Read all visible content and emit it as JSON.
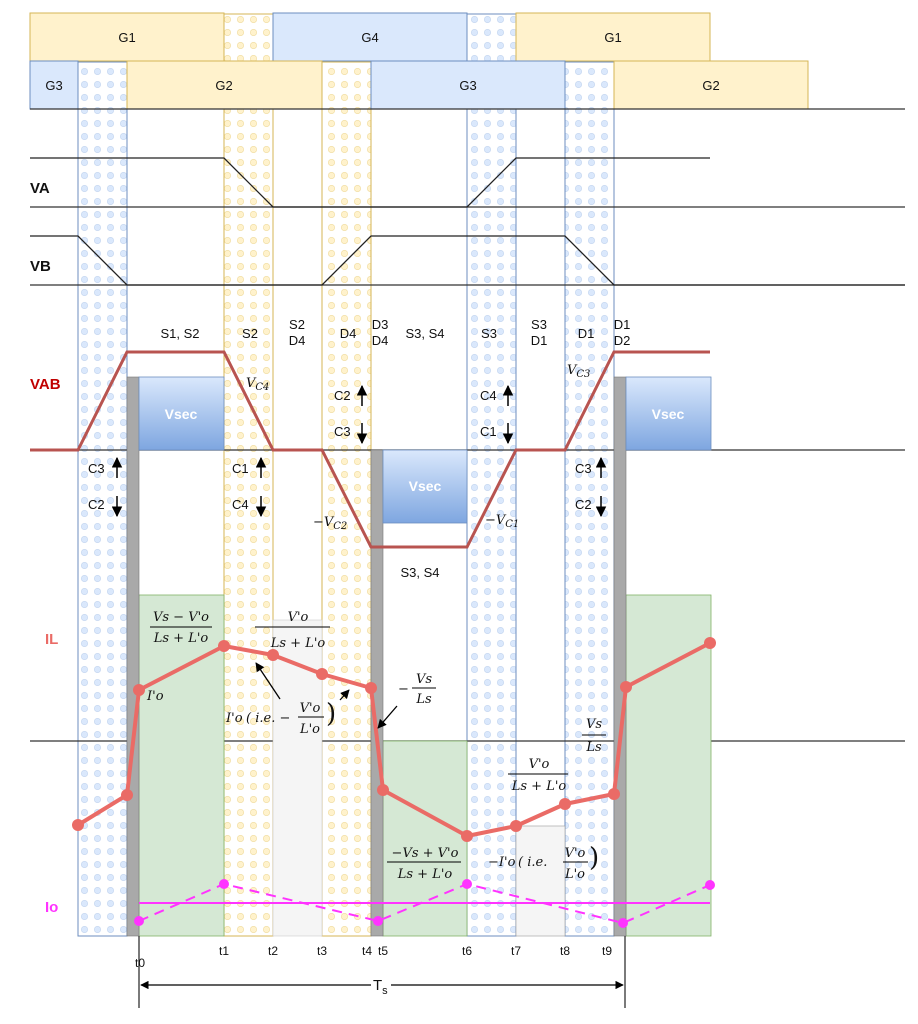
{
  "colors": {
    "gate_yellow_fill": "#fff2cc",
    "gate_yellow_stroke": "#d6b656",
    "gate_blue_fill": "#dae8fc",
    "gate_blue_stroke": "#6c8ebf",
    "vab_red": "#b85450",
    "il_red": "#ea6b66",
    "io_magenta": "#ff33ff",
    "green_fill": "#d5e8d4",
    "gray_bar": "#a9a9a9",
    "vsec_fill": "#7ea6e0"
  },
  "gate_row1": [
    {
      "label": "G1",
      "color": "yellow"
    },
    {
      "label": "G4",
      "color": "blue"
    },
    {
      "label": "G1",
      "color": "yellow"
    }
  ],
  "gate_row2": [
    {
      "label": "G3",
      "color": "blue"
    },
    {
      "label": "G2",
      "color": "yellow"
    },
    {
      "label": "G3",
      "color": "blue"
    },
    {
      "label": "G2",
      "color": "yellow"
    }
  ],
  "signals": {
    "va": "VA",
    "vb": "VB",
    "vab": "VAB",
    "il": "IL",
    "io": "Io"
  },
  "conduction_states": [
    {
      "text": "S1, S2"
    },
    {
      "text": "S2"
    },
    {
      "text": "S2\nD4"
    },
    {
      "text": "D4"
    },
    {
      "text": "D3\nD4"
    },
    {
      "text": "S3, S4"
    },
    {
      "text": "S3"
    },
    {
      "text": "S3\nD1"
    },
    {
      "text": "D1"
    },
    {
      "text": "D1\nD2"
    }
  ],
  "lower_state": "S3, S4",
  "vsec_label": "Vsec",
  "capacitor_labels": {
    "a_up": "C3",
    "a_down": "C2",
    "b_up": "C1",
    "b_down": "C4",
    "c_up": "C2",
    "c_down": "C3",
    "d_up": "C4",
    "d_down": "C1",
    "e_up": "C3",
    "e_down": "C2"
  },
  "voltage_labels": {
    "vc4": "V_C4",
    "vc2": "−V_C2",
    "vc1": "−V_C1",
    "vc3": "V_C3"
  },
  "slope_labels": {
    "s1_num": "Vs − V'o",
    "s1_den": "Ls + L'o",
    "s2_num": "V'o",
    "s2_den": "Ls + L'o",
    "s3_prefix": "I'o",
    "s3_body": "( i.e. −",
    "s3_num": "V'o",
    "s3_den": "L'o",
    "s3_close": ")",
    "s4_prefix": "−",
    "s4_num": "Vs",
    "s4_den": "Ls",
    "s5_num": "−Vs + V'o",
    "s5_den": "Ls + L'o",
    "s6_num": "V'o",
    "s6_den": "Ls + L'o",
    "s7_prefix": "−I'o",
    "s7_body": "( i.e. ",
    "s7_num": "V'o",
    "s7_den": "L'o",
    "s7_close": ")",
    "s8_num": "Vs",
    "s8_den": "Ls",
    "io_point": "I'o"
  },
  "time_ticks": [
    "t0",
    "t1",
    "t2",
    "t3",
    "t4",
    "t5",
    "t6",
    "t7",
    "t8",
    "t9"
  ],
  "period_label": "Ts"
}
